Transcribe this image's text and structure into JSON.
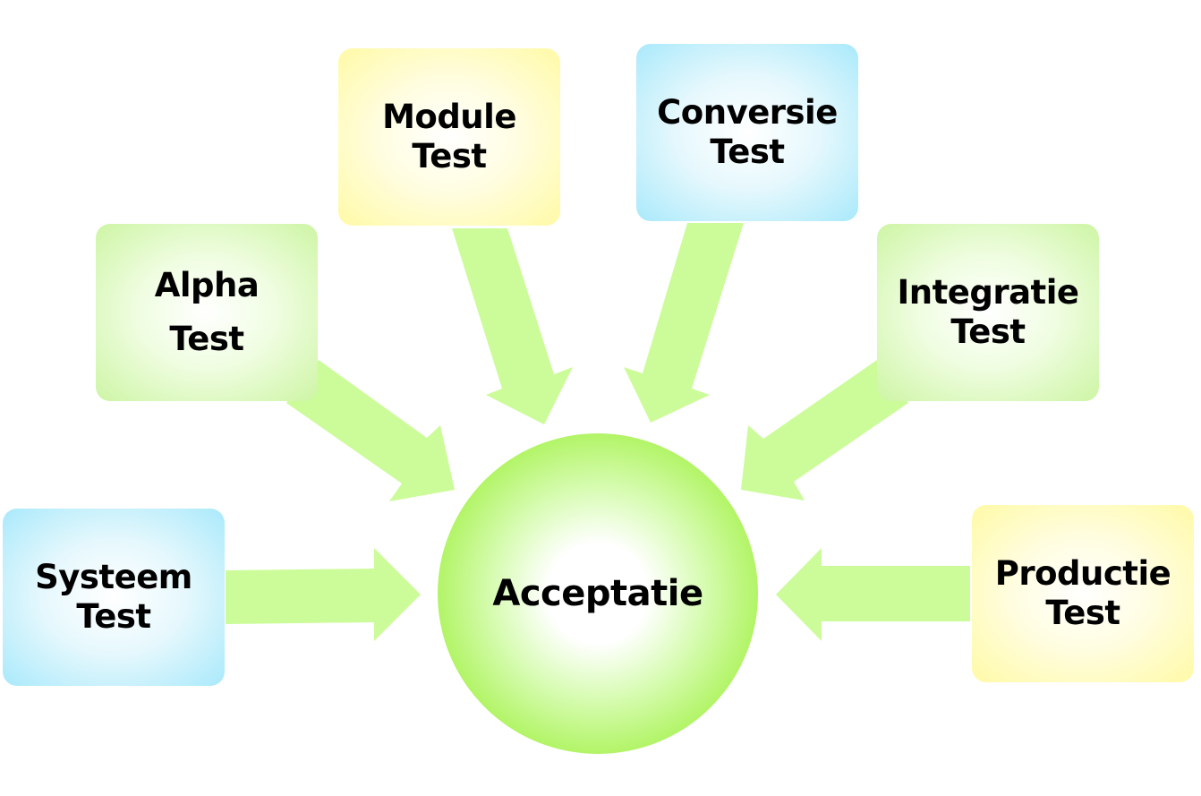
{
  "center": {
    "label": "Acceptatie"
  },
  "boxes": [
    {
      "id": "systeem",
      "label": "Systeem\nTest",
      "color": "#a9e9fb"
    },
    {
      "id": "alpha",
      "label": "Alpha\nTest",
      "color": "#cdf5a4"
    },
    {
      "id": "module",
      "label": "Module\nTest",
      "color": "#fffaa6"
    },
    {
      "id": "conversie",
      "label": "Conversie\nTest",
      "color": "#a9e9fb"
    },
    {
      "id": "integratie",
      "label": "Integratie\nTest",
      "color": "#cdf5a4"
    },
    {
      "id": "productie",
      "label": "Productie\nTest",
      "color": "#fffaa6"
    }
  ],
  "arrow_color": "#ccfc9a"
}
